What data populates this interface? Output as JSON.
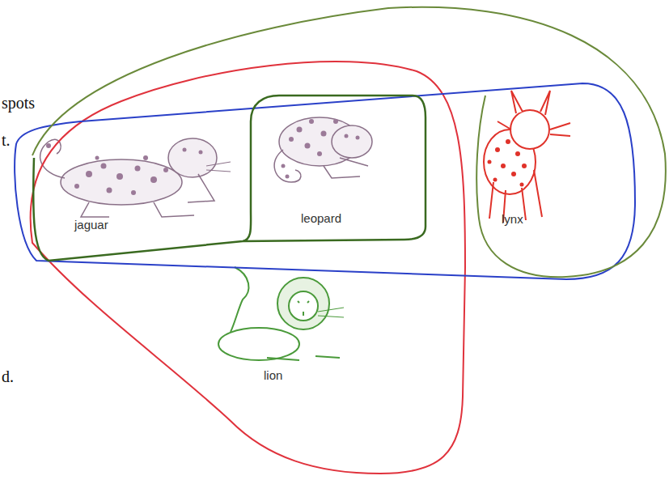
{
  "diagram": {
    "labels": [
      "spots",
      "t.",
      "d.",
      "jaguar",
      "leopard",
      "lynx",
      "lion"
    ]
  }
}
